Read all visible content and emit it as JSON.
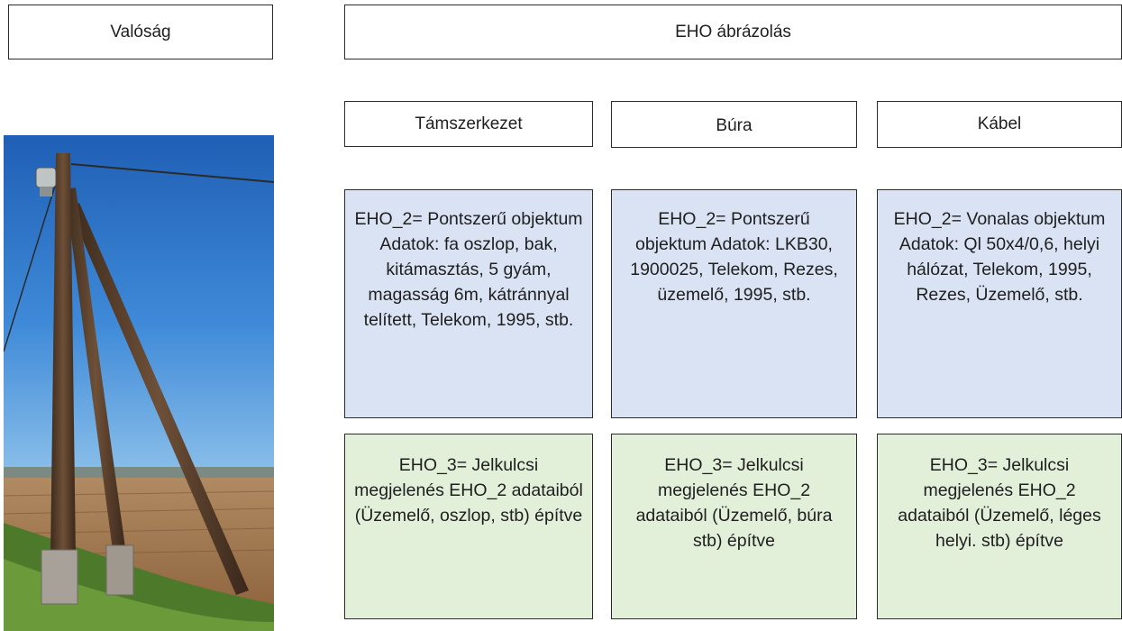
{
  "left_header": "Valóság",
  "right_header": "EHO ábrázolás",
  "columns": [
    {
      "title": "Támszerkezet",
      "eho2": "EHO_2= Pontszerű objektum Adatok: fa oszlop, bak, kitámasztás, 5 gyám, magasság 6m, kátránnyal telített, Telekom, 1995, stb.",
      "eho3": "EHO_3= Jelkulcsi megjelenés EHO_2 adataiból (Üzemelő, oszlop, stb) építve"
    },
    {
      "title": "Búra",
      "eho2": "EHO_2= Pontszerű objektum Adatok: LKB30, 1900025, Telekom, Rezes, üzemelő, 1995, stb.",
      "eho3": "EHO_3= Jelkulcsi megjelenés EHO_2 adataiból (Üzemelő, búra stb) építve"
    },
    {
      "title": "Kábel",
      "eho2": "EHO_2= Vonalas objektum Adatok: Ql 50x4/0,6, helyi hálózat, Telekom, 1995, Rezes, Üzemelő, stb.",
      "eho3": "EHO_3= Jelkulcsi megjelenés EHO_2 adataiból (Üzemelő, léges helyi. stb) építve"
    }
  ]
}
